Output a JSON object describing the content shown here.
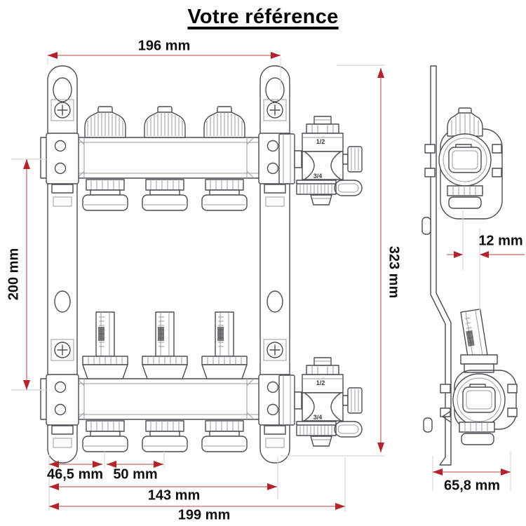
{
  "title": "Votre référence",
  "dimensions": {
    "width_overall": "196 mm",
    "height_left": "200 mm",
    "height_right": "323 mm",
    "depth_offset": "12 mm",
    "first_outlet_offset": "46,5 mm",
    "outlet_spacing": "50 mm",
    "outlets_span": "143 mm",
    "width_total": "199 mm",
    "depth_total": "65,8 mm"
  },
  "valve_labels": {
    "top_inlet": "1/2",
    "top_outlet": "3/4",
    "bottom_inlet": "1/2",
    "bottom_outlet": "3/4"
  },
  "colors": {
    "line-main": "#4d4d52",
    "line-light": "#9b9ba1",
    "dim-line": "#d89494",
    "dim-arrow": "#b5232a",
    "ext-line": "#d8d8d8",
    "label-text": "#101010",
    "small-label-text": "#3a3a3a"
  }
}
